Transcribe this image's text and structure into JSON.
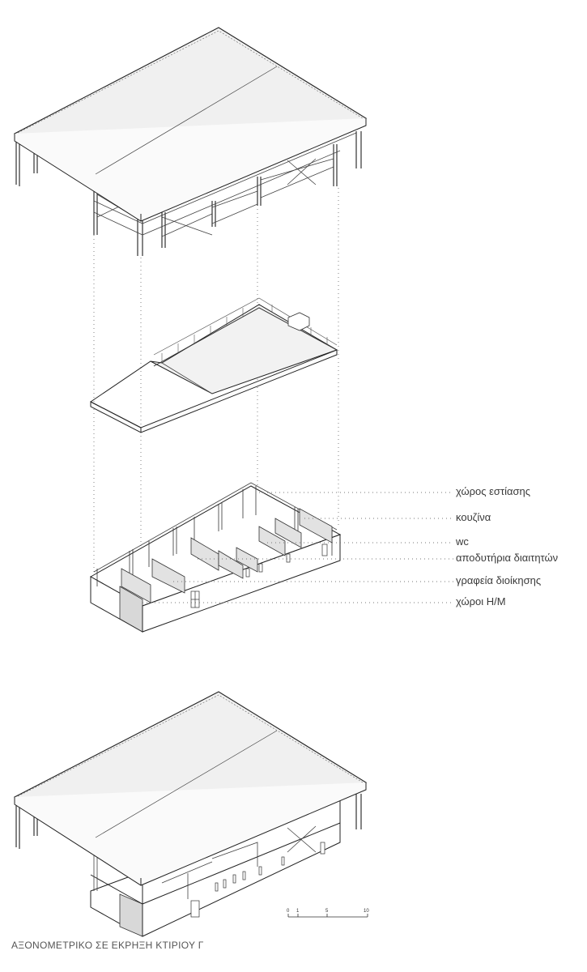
{
  "title": "ΑΞΟΝΟΜΕΤΡΙΚΟ ΣΕ ΕΚΡΗΞΗ ΚΤΙΡΙΟΥ Γ",
  "labels": [
    "χώρος εστίασης",
    "κουζίνα",
    "wc",
    "αποδυτήρια διαιτητών",
    "γραφεία διοίκησης",
    "χώροι Η/Μ"
  ],
  "scale": {
    "ticks": [
      "0",
      "1",
      "5",
      "10"
    ]
  }
}
